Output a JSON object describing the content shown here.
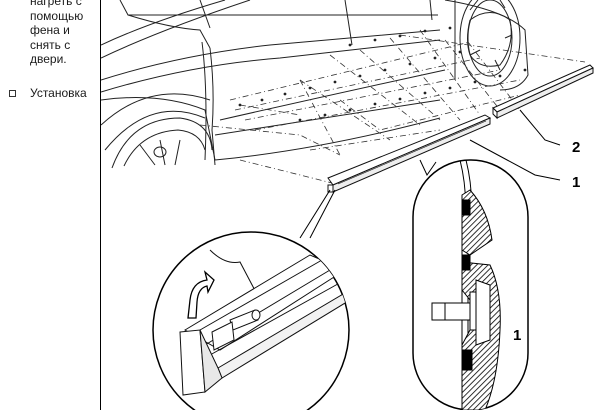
{
  "instructions": {
    "text": "нагреть с\nпомощью\nфена и\nснять с\nдвери.",
    "next_item": "Установка"
  },
  "figure": {
    "callouts": {
      "moulding_front": "1",
      "moulding_rear": "2",
      "detail_moulding": "1"
    }
  }
}
